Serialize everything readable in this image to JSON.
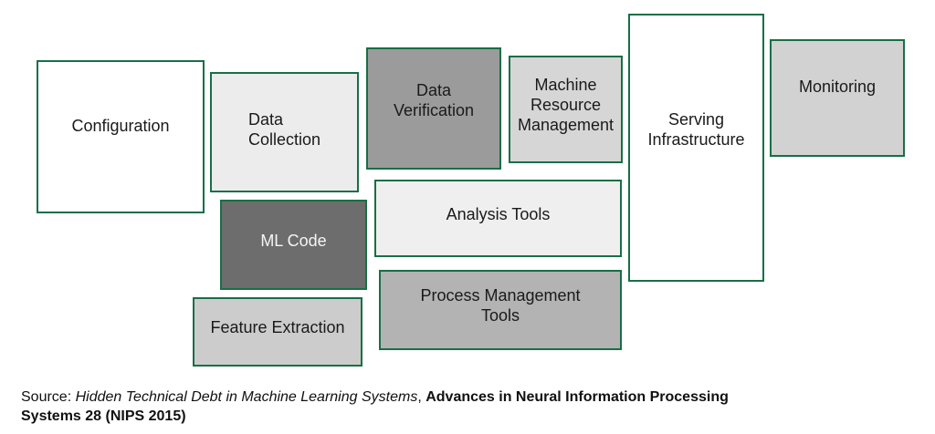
{
  "diagram": {
    "title_semantic": "Hidden Technical Debt in Machine Learning Systems component diagram",
    "border_color": "#186f47",
    "boxes": {
      "configuration": {
        "label": "Configuration",
        "fill": "#ffffff",
        "text_color": "#1a1a1a"
      },
      "data_collection": {
        "label": "Data\nCollection",
        "fill": "#ececec",
        "text_color": "#1a1a1a"
      },
      "ml_code": {
        "label": "ML Code",
        "fill": "#6d6d6d",
        "text_color": "#f5f5f5"
      },
      "feature_extraction": {
        "label": "Feature Extraction",
        "fill": "#cccccc",
        "text_color": "#1a1a1a"
      },
      "data_verification": {
        "label": "Data\nVerification",
        "fill": "#9b9b9b",
        "text_color": "#1a1a1a"
      },
      "analysis_tools": {
        "label": "Analysis Tools",
        "fill": "#efefef",
        "text_color": "#1a1a1a"
      },
      "process_management_tools": {
        "label": "Process Management\nTools",
        "fill": "#b3b3b3",
        "text_color": "#1a1a1a"
      },
      "machine_resource_management": {
        "label": "Machine\nResource\nManagement",
        "fill": "#d6d6d6",
        "text_color": "#1a1a1a"
      },
      "serving_infrastructure": {
        "label": "Serving\nInfrastructure",
        "fill": "#ffffff",
        "text_color": "#1a1a1a"
      },
      "monitoring": {
        "label": "Monitoring",
        "fill": "#d2d2d2",
        "text_color": "#1a1a1a"
      }
    }
  },
  "source": {
    "prefix": "Source: ",
    "title": "Hidden Technical Debt in Machine Learning Systems",
    "separator": ", ",
    "venue_line1": "Advances in Neural Information Processing",
    "venue_line2": "Systems 28 (NIPS 2015)"
  }
}
